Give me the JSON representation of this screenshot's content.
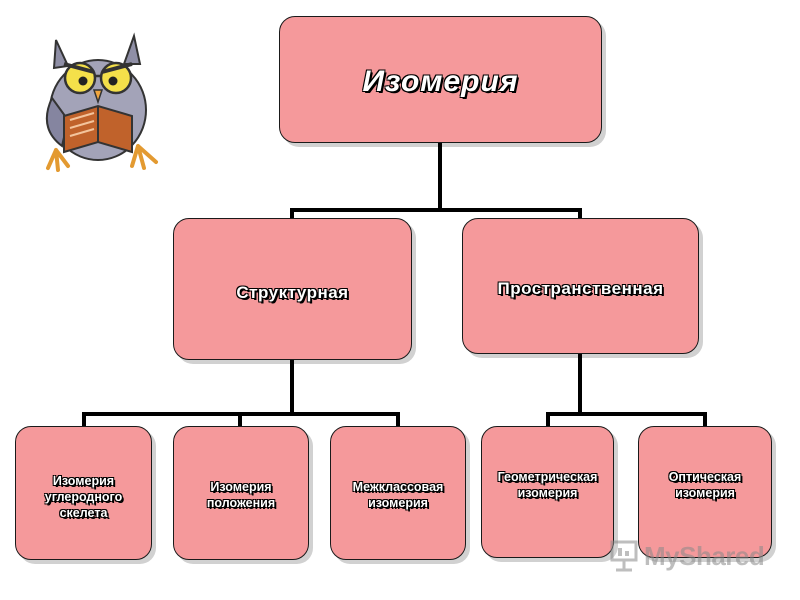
{
  "diagram": {
    "root": {
      "label": "Изомерия"
    },
    "branches": [
      {
        "label": "Структурная",
        "children": [
          {
            "label": "Изомерия углеродного скелета",
            "lines": [
              "Изомерия",
              "углеродного",
              "скелета"
            ]
          },
          {
            "label": "Изомерия положения",
            "lines": [
              "Изомерия",
              "положения"
            ]
          },
          {
            "label": "Межклассовая изомерия",
            "lines": [
              "Межклассовая",
              "изомерия"
            ]
          }
        ]
      },
      {
        "label": "Пространственная",
        "children": [
          {
            "label": "Геометрическая изомерия",
            "lines": [
              "Геометрическая",
              "изомерия"
            ]
          },
          {
            "label": "Оптическая изомерия",
            "lines": [
              "Оптическая",
              "изомерия"
            ]
          }
        ]
      }
    ]
  },
  "watermark": {
    "text": "MyShared"
  },
  "colors": {
    "node_fill": "#f5999b",
    "node_border": "#1a1a1a",
    "connector": "#000000",
    "text": "#ffffff"
  },
  "icons": {
    "mascot": "owl-reading-book-icon",
    "watermark": "myshared-logo-icon"
  }
}
